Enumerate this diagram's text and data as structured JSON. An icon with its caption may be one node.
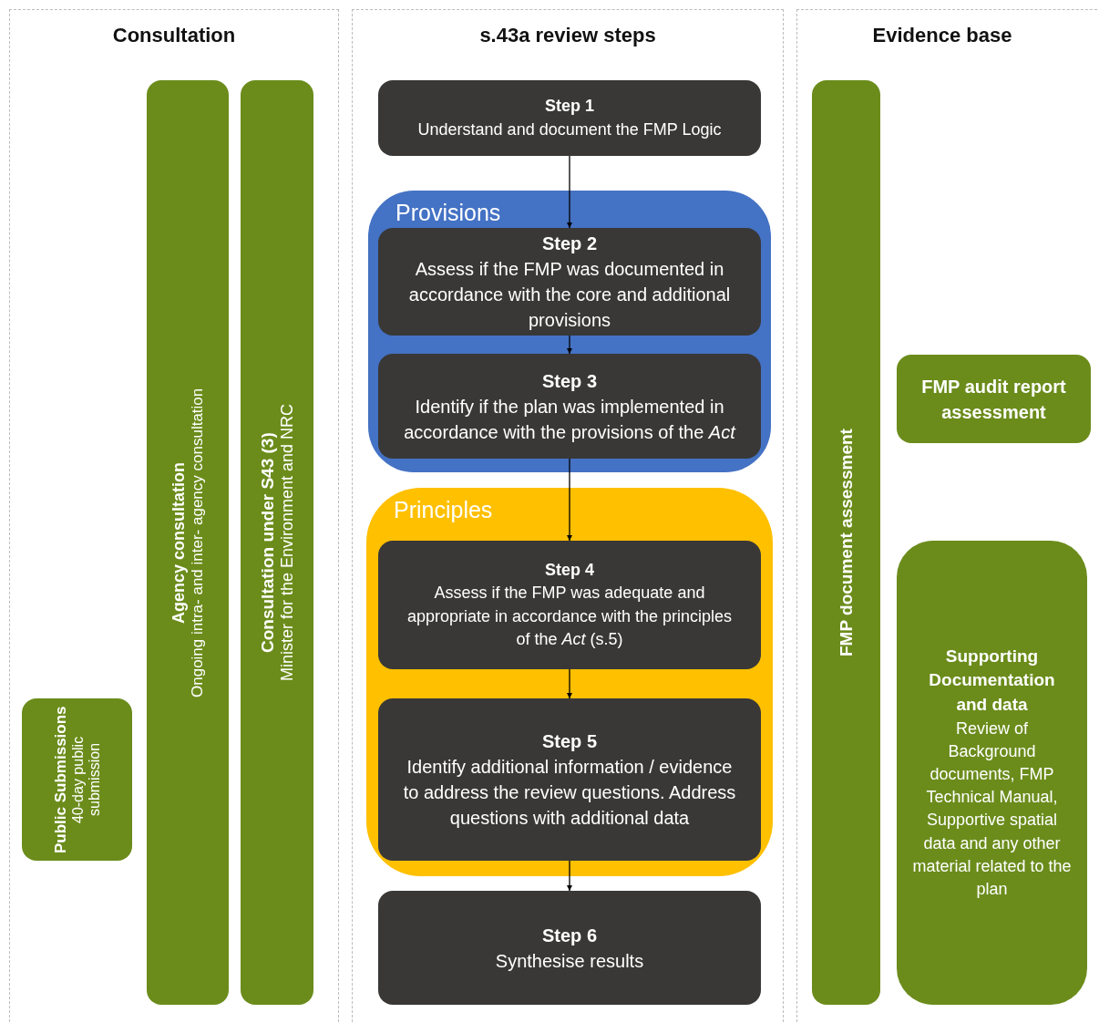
{
  "diagram": {
    "nodes": [
      {
        "text": [
          "Public Submissions",
          "40-day public submission"
        ]
      },
      {
        "text": [
          "Agency consultation",
          "Ongoing intra- and inter- agency consultation"
        ]
      },
      {
        "text": [
          "Consultation under S43 (3)",
          "Minister for the Environment and NRC"
        ]
      },
      {
        "text": [
          "Step 1",
          "Understand and document the FMP Logic"
        ]
      },
      {
        "text": [
          "Provisions"
        ]
      },
      {
        "text": [
          "Step 2",
          "Assess if the FMP was documented in accordance with the core and additional provisions"
        ],
        "in": 4
      },
      {
        "text": [
          "Step 3",
          "Identify if the plan was implemented in accordance with the provisions of the *Act*"
        ],
        "in": 4
      },
      {
        "text": [
          "Principles"
        ]
      },
      {
        "text": [
          "Step 4",
          "Assess if the FMP was adequate and appropriate in accordance with the principles of the *Act* (s.5)"
        ],
        "in": 7
      },
      {
        "text": [
          "Step 5",
          "Identify additional information / evidence to address the review questions. Address questions with additional data"
        ],
        "in": 7
      },
      {
        "text": [
          "Step 6",
          "Synthesise results"
        ]
      },
      {
        "text": [
          "FMP document assessment"
        ]
      },
      {
        "text": [
          "FMP audit report assessment"
        ]
      },
      {
        "text": [
          "Supporting Documentation and data",
          "Review of Background documents, FMP Technical Manual, Supportive spatial data and any other material related to the plan"
        ]
      }
    ],
    "edges": [
      {
        "from": 3,
        "to": 5,
        "arrow": "to"
      },
      {
        "from": 5,
        "to": 6,
        "arrow": "to"
      },
      {
        "from": 6,
        "to": 8,
        "arrow": "to"
      },
      {
        "from": 8,
        "to": 9,
        "arrow": "to"
      },
      {
        "from": 9,
        "to": 10,
        "arrow": "to"
      }
    ],
    "labels": [
      "Consultation",
      "s.43a review steps",
      "Evidence base"
    ]
  }
}
